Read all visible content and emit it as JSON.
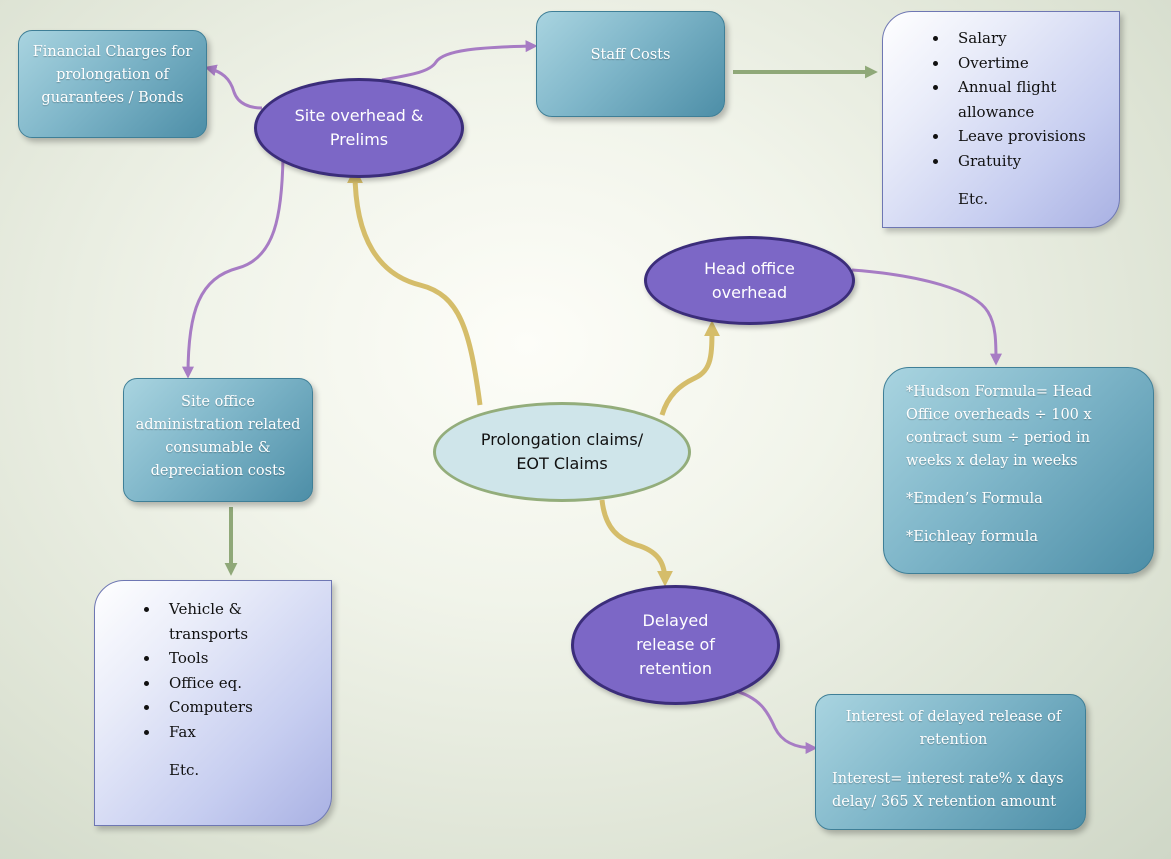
{
  "diagram": {
    "center": {
      "label": "Prolongation claims/ EOT Claims"
    },
    "site_overhead": {
      "label": "Site overhead & Prelims"
    },
    "head_office": {
      "label": "Head office overhead"
    },
    "delayed_release": {
      "label": "Delayed release of retention"
    },
    "financial_charges": {
      "text": "Financial Charges for prolongation of guarantees / Bonds"
    },
    "staff_costs": {
      "text": "Staff Costs"
    },
    "staff_cost_items": {
      "items": [
        "Salary",
        "Overtime",
        "Annual flight allowance",
        "Leave provisions",
        "Gratuity"
      ],
      "etc": "Etc."
    },
    "site_office": {
      "text": "Site office administration related consumable & depreciation costs"
    },
    "site_office_items": {
      "items": [
        "Vehicle & transports",
        "Tools",
        "Office eq.",
        "Computers",
        "Fax"
      ],
      "etc": "Etc."
    },
    "head_office_formulas": {
      "hudson": "*Hudson Formula= Head Office overheads ÷ 100 x contract sum ÷ period in weeks x delay in weeks",
      "emden": "*Emden’s Formula",
      "eichleay": "*Eichleay formula"
    },
    "retention_interest": {
      "title": "Interest of delayed release of retention",
      "formula": "Interest= interest rate% x days delay/ 365 X retention amount"
    }
  },
  "colors": {
    "purple_connector": "#a77cc4",
    "gold_connector": "#d5bd6a",
    "green_connector": "#8fa878",
    "oval_purple": "#7c67c6",
    "box_teal": "#7fb6c9",
    "list_lavender": "#c6cdf0"
  }
}
